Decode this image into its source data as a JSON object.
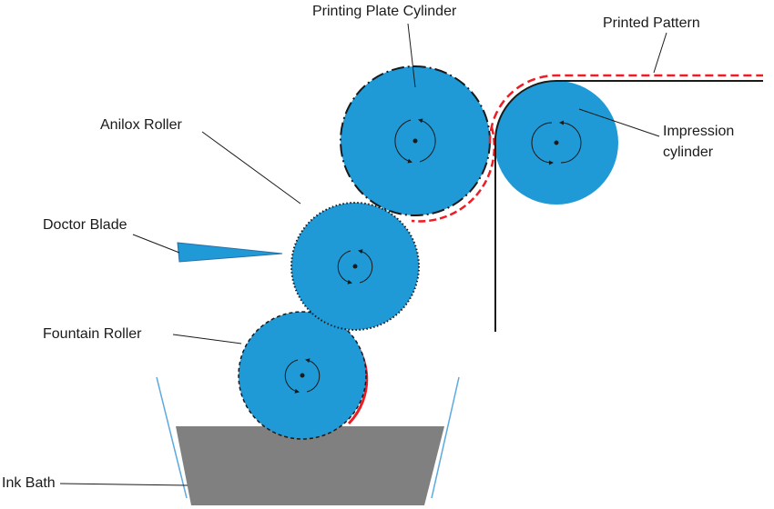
{
  "labels": {
    "printing_plate_cylinder": "Printing Plate Cylinder",
    "printed_pattern": "Printed Pattern",
    "anilox_roller": "Anilox Roller",
    "impression_cylinder_line1": "Impression",
    "impression_cylinder_line2": "cylinder",
    "doctor_blade": "Doctor Blade",
    "fountain_roller": "Fountain Roller",
    "ink_bath": "Ink Bath"
  },
  "colors": {
    "roller_fill": "#1f9ad6",
    "ink": "#ee1c24",
    "bath": "#808080",
    "bath_edge": "#5aa9e0",
    "outline": "#1a1a1a"
  }
}
